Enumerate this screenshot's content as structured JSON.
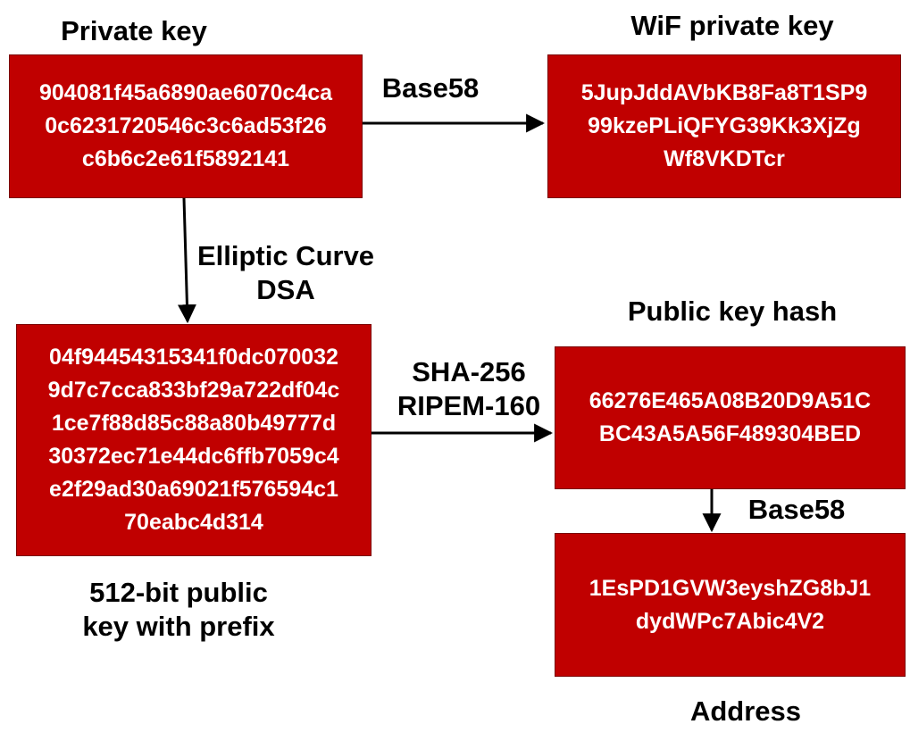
{
  "labels": {
    "private_key": "Private key",
    "wif_private_key": "WiF private key",
    "public_key_hash": "Public key hash",
    "public_key_line1": "512-bit public",
    "public_key_line2": "key with prefix",
    "address": "Address"
  },
  "edges": {
    "base58_top": "Base58",
    "ecdsa_line1": "Elliptic Curve",
    "ecdsa_line2": "DSA",
    "sha_line1": "SHA-256",
    "sha_line2": "RIPEM-160",
    "base58_bottom": "Base58"
  },
  "boxes": {
    "private_key": [
      "904081f45a6890ae6070c4ca",
      "0c6231720546c3c6ad53f26",
      "c6b6c2e61f5892141"
    ],
    "wif_private_key": [
      "5JupJddAVbKB8Fa8T1SP9",
      "99kzePLiQFYG39Kk3XjZg",
      "Wf8VKDTcr"
    ],
    "public_key": [
      "04f94454315341f0dc070032",
      "9d7c7cca833bf29a722df04c",
      "1ce7f88d85c88a80b49777d",
      "30372ec71e44dc6ffb7059c4",
      "e2f29ad30a69021f576594c1",
      "70eabc4d314"
    ],
    "public_key_hash": [
      "66276E465A08B20D9A51C",
      "BC43A5A56F489304BED"
    ],
    "address": [
      "1EsPD1GVW3eyshZG8bJ1",
      "dydWPc7Abic4V2"
    ]
  },
  "colors": {
    "box_fill": "#c00000",
    "box_text": "#ffffff",
    "arrow": "#000000"
  }
}
